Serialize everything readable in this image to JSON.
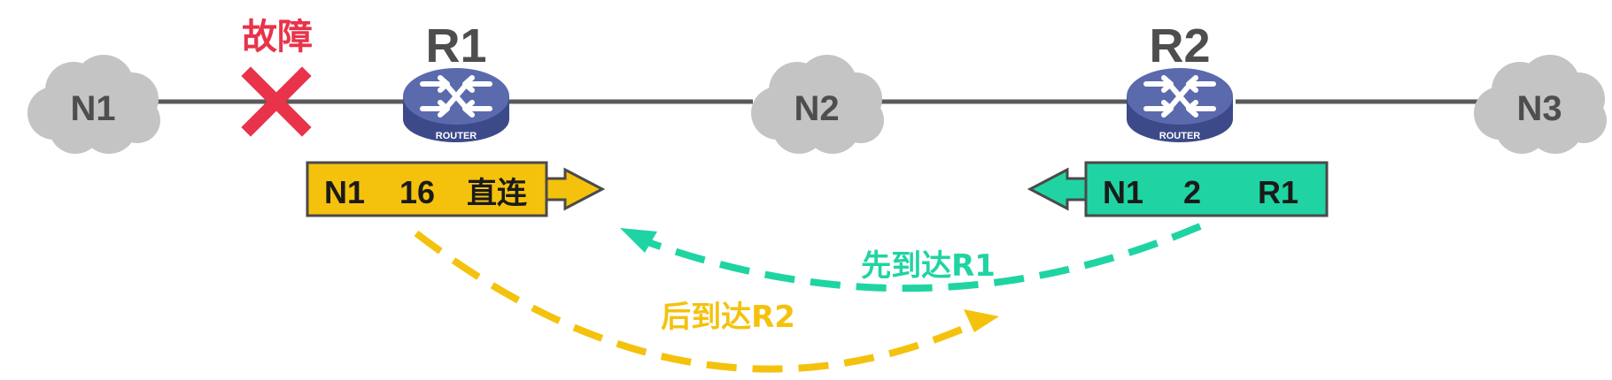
{
  "networks": {
    "n1": "N1",
    "n2": "N2",
    "n3": "N3"
  },
  "routers": {
    "r1": {
      "name": "R1",
      "caption": "ROUTER"
    },
    "r2": {
      "name": "R2",
      "caption": "ROUTER"
    }
  },
  "fault_label": "故障",
  "route_r1": {
    "network": "N1",
    "distance": "16",
    "next_hop": "直连"
  },
  "route_r2": {
    "network": "N1",
    "distance": "2",
    "next_hop": "R1"
  },
  "arrows": {
    "first": "先到达R1",
    "later": "后到达R2"
  },
  "colors": {
    "line": "#5a5a5a",
    "cloud": "#c4c4c4",
    "cloud_text": "#4e4e4e",
    "router_body": "#5b6aad",
    "router_side": "#3d4a8a",
    "fault": "#e8334a",
    "yellow": "#f4c20d",
    "green": "#1fd4a2",
    "box_border": "#4a4a4a"
  }
}
